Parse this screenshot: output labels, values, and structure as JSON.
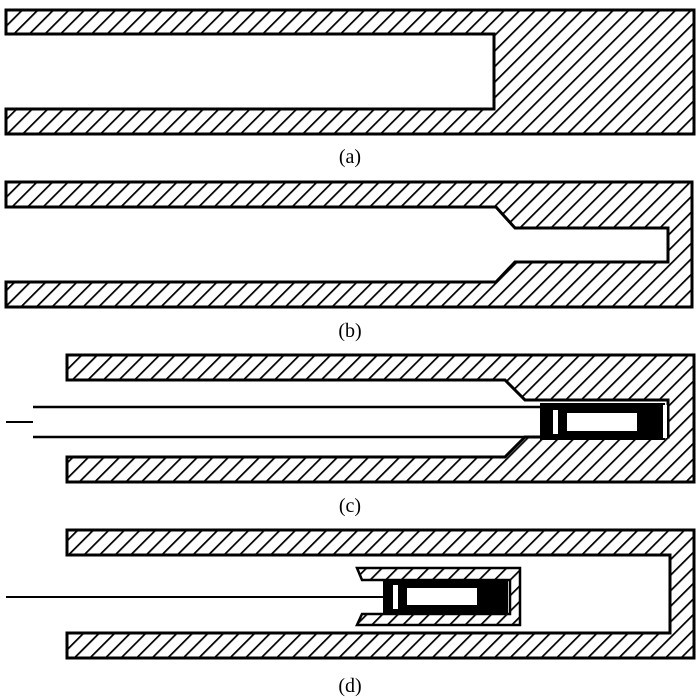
{
  "panels": [
    {
      "label": "(a)"
    },
    {
      "label": "(b)"
    },
    {
      "label": "(c)"
    },
    {
      "label": "(d)"
    }
  ],
  "colors": {
    "ink": "#000000",
    "paper": "#ffffff"
  }
}
